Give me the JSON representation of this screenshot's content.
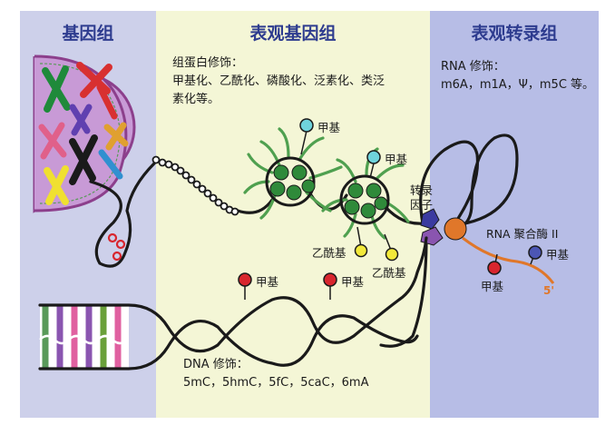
{
  "panels": {
    "genome": "基因组",
    "epigenome": "表观基因组",
    "epitranscriptome": "表观转录组"
  },
  "notes": {
    "histone_title": "组蛋白修饰：",
    "histone_line1": "甲基化、乙酰化、磷酸化、泛素化、类泛",
    "histone_line2": "素化等。",
    "rna_title": "RNA 修饰：",
    "rna_list": "m6A，m1A，Ψ，m5C 等。",
    "dna_title": "DNA 修饰：",
    "dna_list": "5mC，5hmC，5fC，5caC，6mA"
  },
  "labels": {
    "methyl": "甲基",
    "acetyl": "乙酰基",
    "tf_line1": "转录",
    "tf_line2": "因子",
    "rna_pol": "RNA 聚合酶 II",
    "five_prime": "5'"
  },
  "colors": {
    "genome_bg": "#cdd0ea",
    "epigenome_bg": "#f4f6d6",
    "epitranscriptome_bg": "#b7bde6",
    "methyl_histone": "#6fd3dc",
    "methyl_dna": "#d8262e",
    "methyl_rna_red": "#d8262e",
    "methyl_rna_blue": "#4c56b4",
    "acetyl": "#f2e93a",
    "nucleosome": "#2f8a3a",
    "histone_tail": "#4fa04f",
    "rna_strand": "#e0772a",
    "rna_pol": "#e0772a",
    "tf_blue": "#3a3aa0",
    "tf_purple": "#8a55b0"
  }
}
